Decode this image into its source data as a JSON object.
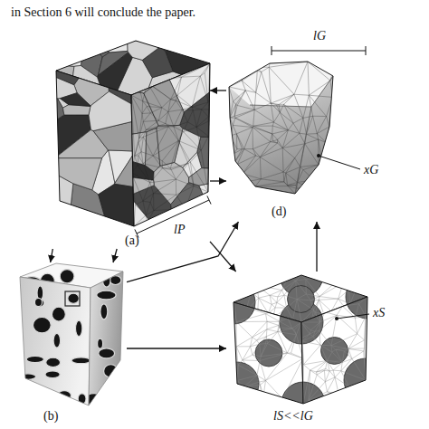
{
  "diagram": {
    "nodes": [
      {
        "text": [
          "(a)",
          "lP"
        ]
      },
      {
        "text": [
          "lG",
          "(d)",
          "xG"
        ]
      },
      {
        "text": [
          "(b)"
        ]
      },
      {
        "text": [
          "xS",
          "lS<<lG"
        ]
      }
    ],
    "edges": [
      {
        "from": 1,
        "to": 0,
        "arrow": "to"
      },
      {
        "from": 0,
        "to": 1,
        "arrow": "to"
      },
      {
        "from": 0,
        "to": 2,
        "arrow": "to"
      },
      {
        "from": 0,
        "to": 2,
        "arrow": "to"
      },
      {
        "from": 0,
        "to": 3,
        "arrow": "to"
      },
      {
        "from": 2,
        "to": 3,
        "arrow": "to"
      },
      {
        "from": 2,
        "to": 1,
        "arrow": "to"
      },
      {
        "from": 3,
        "to": 1,
        "arrow": "to"
      }
    ],
    "labels": [
      "in Section 6 will conclude the paper."
    ]
  }
}
